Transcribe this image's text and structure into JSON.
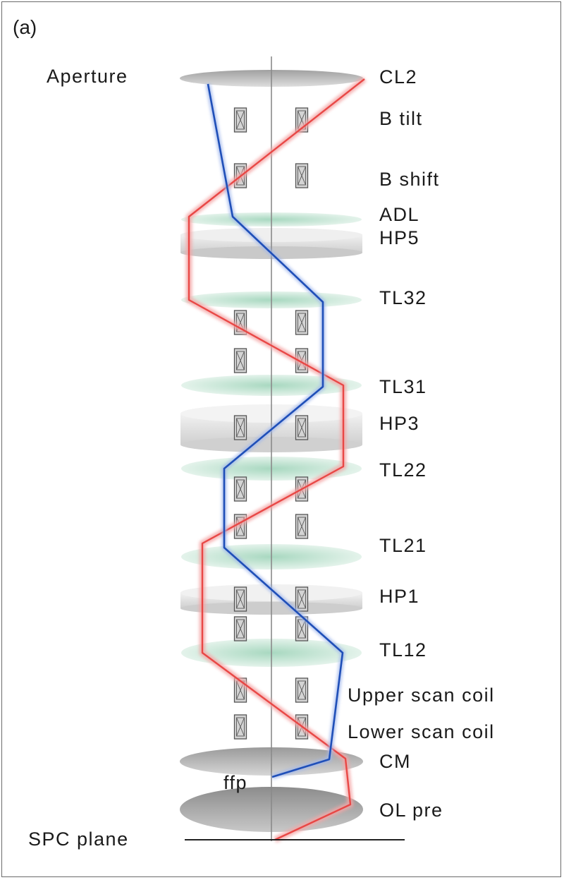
{
  "panel_label": "(a)",
  "labels": {
    "aperture": "Aperture",
    "cl2": "CL2",
    "b_tilt": "B tilt",
    "b_shift": "B shift",
    "adl": "ADL",
    "hp5": "HP5",
    "tl32": "TL32",
    "tl31": "TL31",
    "hp3": "HP3",
    "tl22": "TL22",
    "tl21": "TL21",
    "hp1": "HP1",
    "tl12": "TL12",
    "upper_scan_coil": "Upper scan coil",
    "lower_scan_coil": "Lower scan coil",
    "cm": "CM",
    "ffp": "ffp",
    "ol_pre": "OL pre",
    "spc_plane": "SPC plane"
  },
  "colors": {
    "blue_ray": "#1f4fb8",
    "red_ray": "#ee6e6e",
    "green_lens": "#cfe8dc",
    "gray_lens": "#c4c4c4",
    "coil": "#cccccc",
    "axis": "#8a8a8a"
  }
}
